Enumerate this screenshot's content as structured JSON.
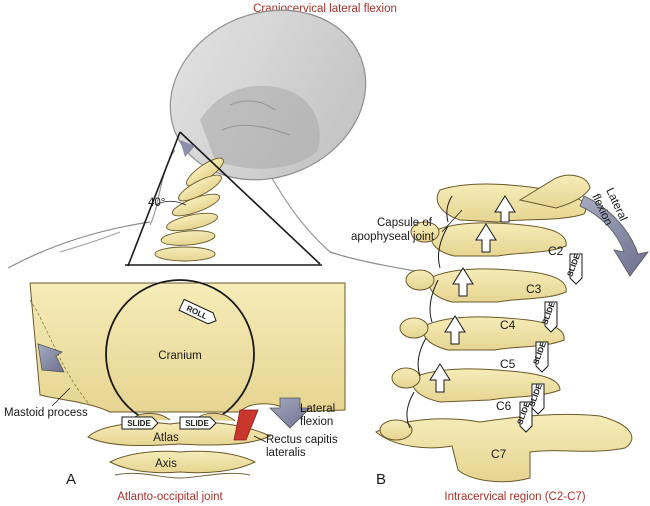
{
  "titles": {
    "top": "Craniocervical lateral flexion",
    "bottom_left": "Atlanto-occipital joint",
    "bottom_right": "Intracervical region (C2-C7)"
  },
  "panels": {
    "a": "A",
    "b": "B"
  },
  "head_view": {
    "angle": "40°"
  },
  "panel_a": {
    "cranium": "Cranium",
    "atlas": "Atlas",
    "axis": "Axis",
    "roll": "ROLL",
    "slide_left": "SLIDE",
    "slide_right": "SLIDE",
    "mastoid": "Mastoid process",
    "lateral_flexion": [
      "Lateral",
      "flexion"
    ],
    "rectus": [
      "Rectus capitis",
      "lateralis"
    ]
  },
  "panel_b": {
    "capsule": [
      "Capsule of",
      "apophyseal joint"
    ],
    "lateral_flexion": [
      "Lateral",
      "flexion"
    ],
    "vertebrae": [
      "C2",
      "C3",
      "C4",
      "C5",
      "C6",
      "C7"
    ],
    "slides": [
      "SLIDE",
      "SLIDE",
      "SLIDE",
      "SLIDE",
      "SLIDE"
    ]
  },
  "colors": {
    "bone": "#f2e6a8",
    "bone_edge": "#6b5a2a",
    "title_red": "#a8322c",
    "arrow_grey": "#8c8fa8",
    "muscle_red": "#c8362e"
  }
}
